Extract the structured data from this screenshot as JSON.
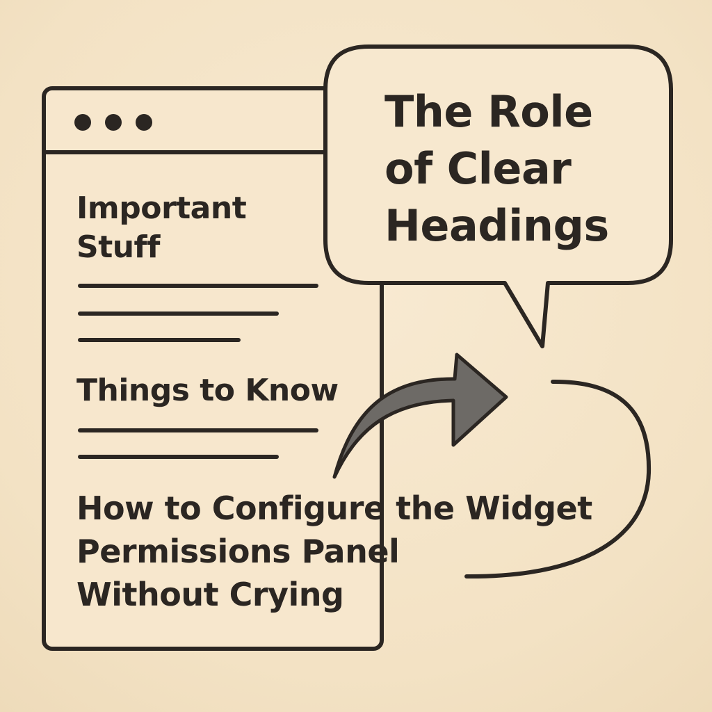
{
  "window": {
    "dots": [
      "dot",
      "dot",
      "dot"
    ]
  },
  "sections": [
    {
      "heading_lines": [
        "Important",
        "Stuff"
      ]
    },
    {
      "heading_lines": [
        "Things to Know"
      ]
    },
    {
      "heading_lines": [
        "How to Configure the Widget",
        "Permissions Panel",
        "Without Crying"
      ]
    }
  ],
  "bubble": {
    "lines": [
      "The Role",
      "of Clear",
      "Headings"
    ]
  },
  "colors": {
    "background": "#f4e4c8",
    "ink": "#2b2622",
    "arrow_fill": "#6d6a66"
  },
  "icons": {
    "window_dots": "ellipsis-dots-icon",
    "arrow": "curved-arrow-icon",
    "loop": "loop-curve-icon"
  }
}
